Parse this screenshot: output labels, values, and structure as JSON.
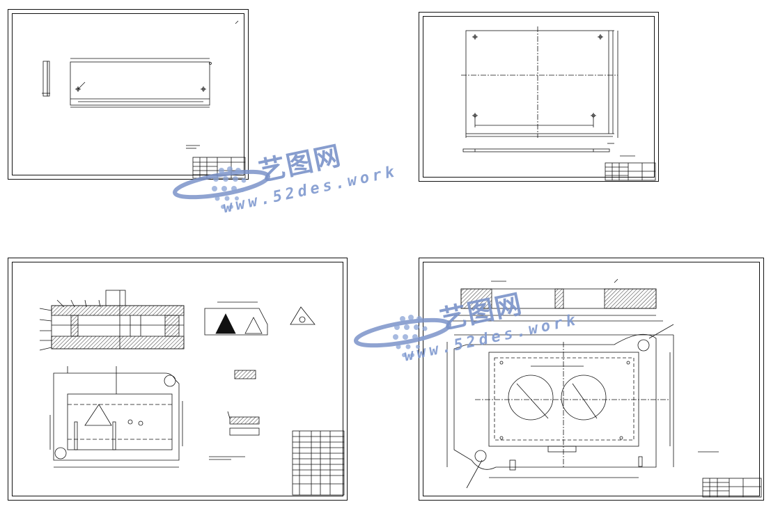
{
  "watermarks": [
    {
      "title": "艺图网",
      "url": "www.52des.work"
    },
    {
      "title": "艺图网",
      "url": "www.52des.work"
    }
  ],
  "colors": {
    "line": "#111111",
    "hatch": "#333333",
    "watermark": "#7b93c9"
  },
  "sheets": [
    {
      "name": "sheet-top-left"
    },
    {
      "name": "sheet-top-right"
    },
    {
      "name": "sheet-bottom-left"
    },
    {
      "name": "sheet-bottom-right"
    }
  ]
}
